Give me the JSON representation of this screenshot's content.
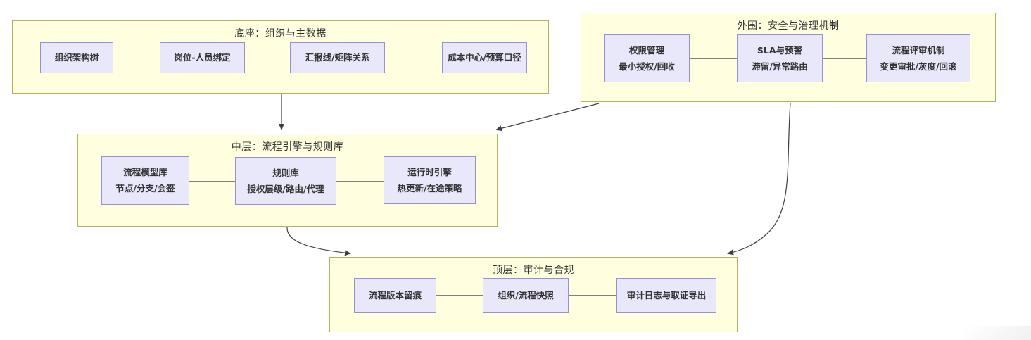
{
  "colors": {
    "group_fill": "#ffffe0",
    "group_border": "#b2b25f",
    "node_fill": "#e9e7fa",
    "node_border": "#9a8fd2",
    "link": "#808080",
    "edge": "#3f3f3f",
    "text": "#333333"
  },
  "diagram": {
    "groups": {
      "base": {
        "title": "底座：组织与主数据",
        "nodes": [
          {
            "line1": "组织架构树"
          },
          {
            "line1": "岗位-人员绑定"
          },
          {
            "line1": "汇报线/矩阵关系"
          },
          {
            "line1": "成本中心/预算口径"
          }
        ]
      },
      "perimeter": {
        "title": "外围：安全与治理机制",
        "nodes": [
          {
            "line1": "权限管理",
            "line2": "最小授权/回收"
          },
          {
            "line1": "SLA与预警",
            "line2": "滞留/异常路由"
          },
          {
            "line1": "流程评审机制",
            "line2": "变更审批/灰度/回滚"
          }
        ]
      },
      "middle": {
        "title": "中层：流程引擎与规则库",
        "nodes": [
          {
            "line1": "流程模型库",
            "line2": "节点/分支/会签"
          },
          {
            "line1": "规则库",
            "line2": "授权层级/路由/代理"
          },
          {
            "line1": "运行时引擎",
            "line2": "热更新/在途策略"
          }
        ]
      },
      "top": {
        "title": "顶层：审计与合规",
        "nodes": [
          {
            "line1": "流程版本留痕"
          },
          {
            "line1": "组织/流程快照"
          },
          {
            "line1": "审计日志与取证导出"
          }
        ]
      }
    },
    "edges": [
      {
        "from": "base",
        "to": "middle"
      },
      {
        "from": "perimeter",
        "to": "middle"
      },
      {
        "from": "middle",
        "to": "top"
      },
      {
        "from": "perimeter",
        "to": "top"
      }
    ]
  }
}
